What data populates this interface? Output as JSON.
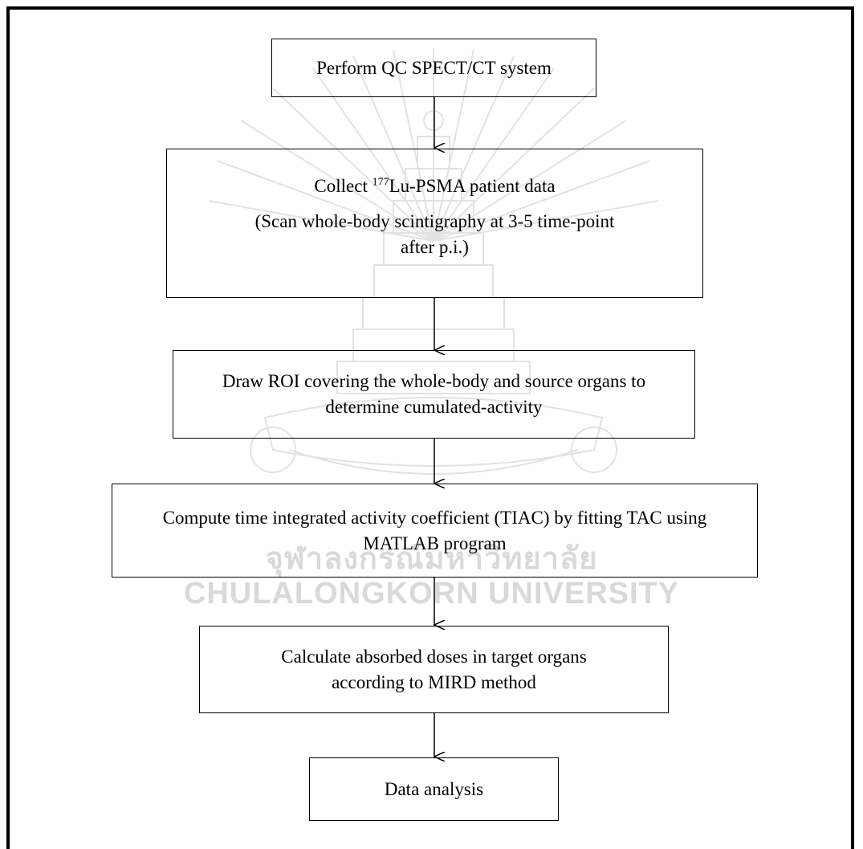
{
  "watermark": {
    "thai": "จุฬาลงกรณ์มหาวิทยาลัย",
    "english": "CHULALONGKORN UNIVERSITY"
  },
  "steps": [
    {
      "text": "Perform QC SPECT/CT system"
    },
    {
      "prefix": "Collect ",
      "superscript": "177",
      "suffix": "Lu-PSMA patient data",
      "detail": "(Scan whole-body scintigraphy at 3-5 time-point after p.i.)"
    },
    {
      "text": "Draw ROI covering the whole-body and source organs to determine cumulated-activity"
    },
    {
      "text": "Compute time integrated activity coefficient (TIAC) by fitting TAC using MATLAB program"
    },
    {
      "text": "Calculate absorbed doses in target organs according to MIRD method"
    },
    {
      "text": "Data analysis"
    }
  ]
}
